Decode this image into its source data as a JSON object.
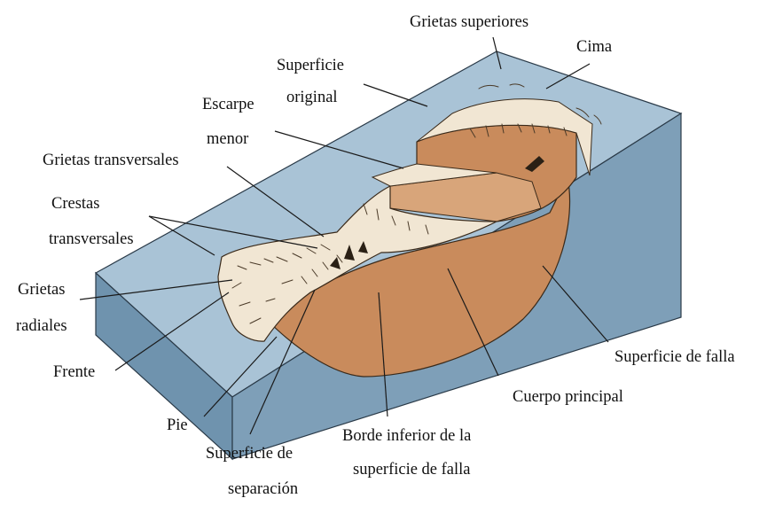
{
  "diagram": {
    "labels": {
      "grietas_superiores": "Grietas superiores",
      "cima": "Cima",
      "superficie_original_1": "Superficie",
      "superficie_original_2": "original",
      "escarpe_menor_1": "Escarpe",
      "escarpe_menor_2": "menor",
      "grietas_transversales": "Grietas transversales",
      "crestas_transversales_1": "Crestas",
      "crestas_transversales_2": "transversales",
      "grietas_radiales_1": "Grietas",
      "grietas_radiales_2": "radiales",
      "frente": "Frente",
      "pie": "Pie",
      "superficie_separacion_1": "Superficie de",
      "superficie_separacion_2": "separación",
      "borde_inferior_1": "Borde inferior de la",
      "borde_inferior_2": "superficie de falla",
      "cuerpo_principal": "Cuerpo principal",
      "superficie_falla": "Superficie de falla"
    },
    "colors": {
      "slope_top": "#a9c3d6",
      "slope_front": "#6f93ae",
      "slope_side": "#7e9fb8",
      "displaced_material": "#f1e6d3",
      "main_body": "#c98b5c",
      "main_body_top": "#d8a57a",
      "dark_block": "#2a2015"
    }
  }
}
